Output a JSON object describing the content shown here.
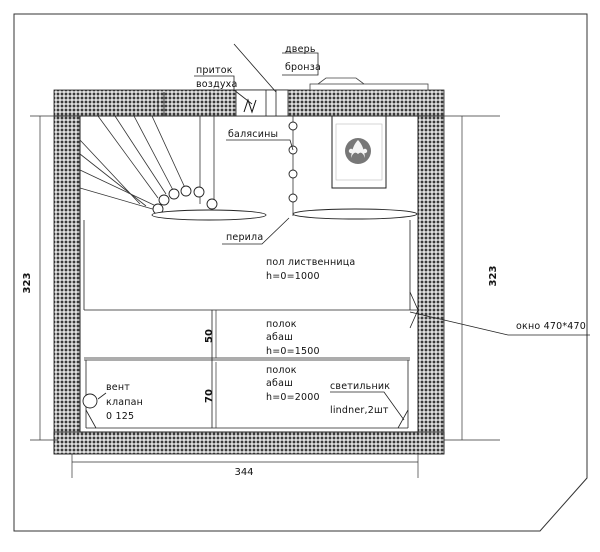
{
  "labels": {
    "door_l1": "дверь",
    "door_l2": "бронза",
    "air_l1": "приток",
    "air_l2": "воздуха",
    "balusters": "балясины",
    "railing": "перила",
    "floor_l1": "пол лиственница",
    "floor_l2": "h=0=1000",
    "shelf1_l1": "полок",
    "shelf1_l2": "абаш",
    "shelf1_l3": "h=0=1500",
    "shelf2_l1": "полок",
    "shelf2_l2": "абаш",
    "shelf2_l3": "h=0=2000",
    "lamp_l1": "светильник",
    "lamp_l2": "lindner,2шт",
    "vent_l1": "вент",
    "vent_l2": "клапан",
    "vent_l3": "0 125",
    "window": "окно 470*470"
  },
  "dimensions": {
    "height_left": "323",
    "height_right": "323",
    "width_bottom": "344",
    "shelf1_depth": "50",
    "shelf2_depth": "70"
  }
}
